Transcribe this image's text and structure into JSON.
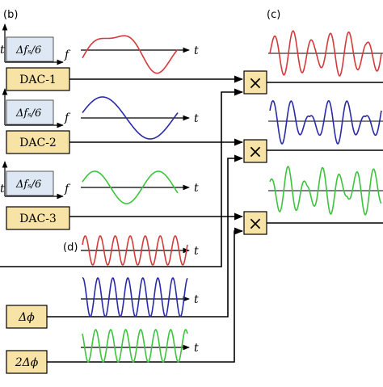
{
  "panels": {
    "b": "(b)",
    "c": "(c)",
    "d": "(d)"
  },
  "dac_blocks": [
    {
      "label": "DAC-1",
      "spectrum_label": "Δfₛ/6",
      "freq_axis": "f"
    },
    {
      "label": "DAC-2",
      "spectrum_label": "Δfₛ/6",
      "freq_axis": "f"
    },
    {
      "label": "DAC-3",
      "spectrum_label": "Δfₛ/6",
      "freq_axis": "f"
    }
  ],
  "phase_blocks": [
    {
      "label": "Δϕ"
    },
    {
      "label": "2Δϕ"
    }
  ],
  "mixer_symbol": "×",
  "time_axis": "t",
  "truncated_axis_glyph": "t",
  "colors": {
    "red": "#d43a3a",
    "blue": "#2a2aa8",
    "green": "#3cc43c",
    "box_fill": "#f7e3a6",
    "spectrum_fill": "#dde8f4"
  }
}
